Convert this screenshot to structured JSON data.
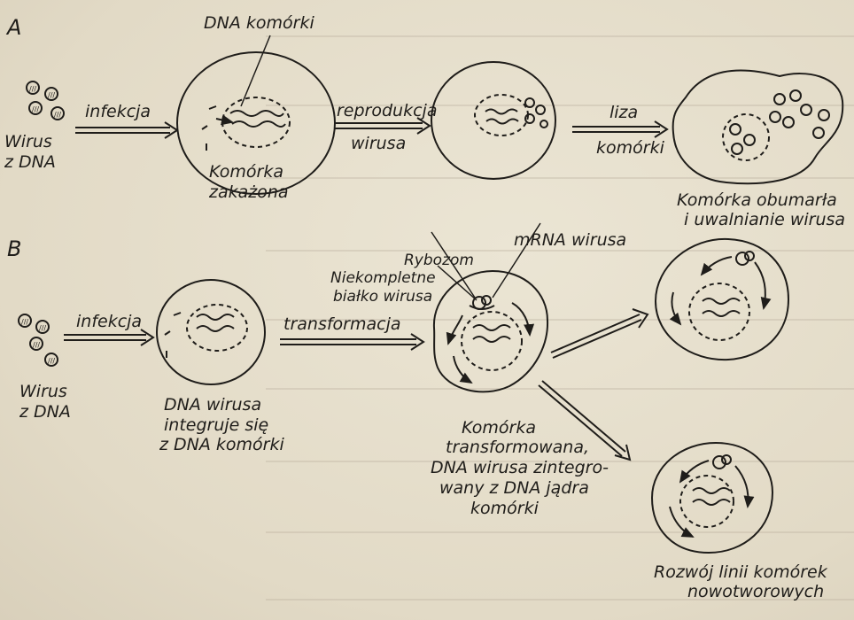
{
  "panelA": {
    "letter": "A",
    "virus_label_1": "Wirus",
    "virus_label_2": "z DNA",
    "arrow_infection": "infekcja",
    "cell_dna_label": "DNA komórki",
    "infected_cell_1": "Komórka",
    "infected_cell_2": "zakażona",
    "arrow_reproduction_1": "reprodukcja",
    "arrow_reproduction_2": "wirusa",
    "arrow_lysis_1": "liza",
    "arrow_lysis_2": "komórki",
    "dead_cell_1": "Komórka obumarła",
    "dead_cell_2": "i uwalnianie wirusa"
  },
  "panelB": {
    "letter": "B",
    "virus_label_1": "Wirus",
    "virus_label_2": "z DNA",
    "arrow_infection": "infekcja",
    "arrow_transformation": "transformacja",
    "integration_1": "DNA wirusa",
    "integration_2": "integruje się",
    "integration_3": "z DNA komórki",
    "incomplete_protein_1": "Niekompletne",
    "incomplete_protein_2": "białko wirusa",
    "ribosome": "Rybozom",
    "mrna": "mRNA wirusa",
    "transformed_1": "Komórka",
    "transformed_2": "transformowana,",
    "transformed_3": "DNA wirusa zintegro-",
    "transformed_4": "wany z DNA jądra",
    "transformed_5": "komórki",
    "tumor_1": "Rozwój linii komórek",
    "tumor_2": "nowotworowych"
  },
  "colors": {
    "ink": "#1f1d1a",
    "paper": "#e6dfcd"
  }
}
